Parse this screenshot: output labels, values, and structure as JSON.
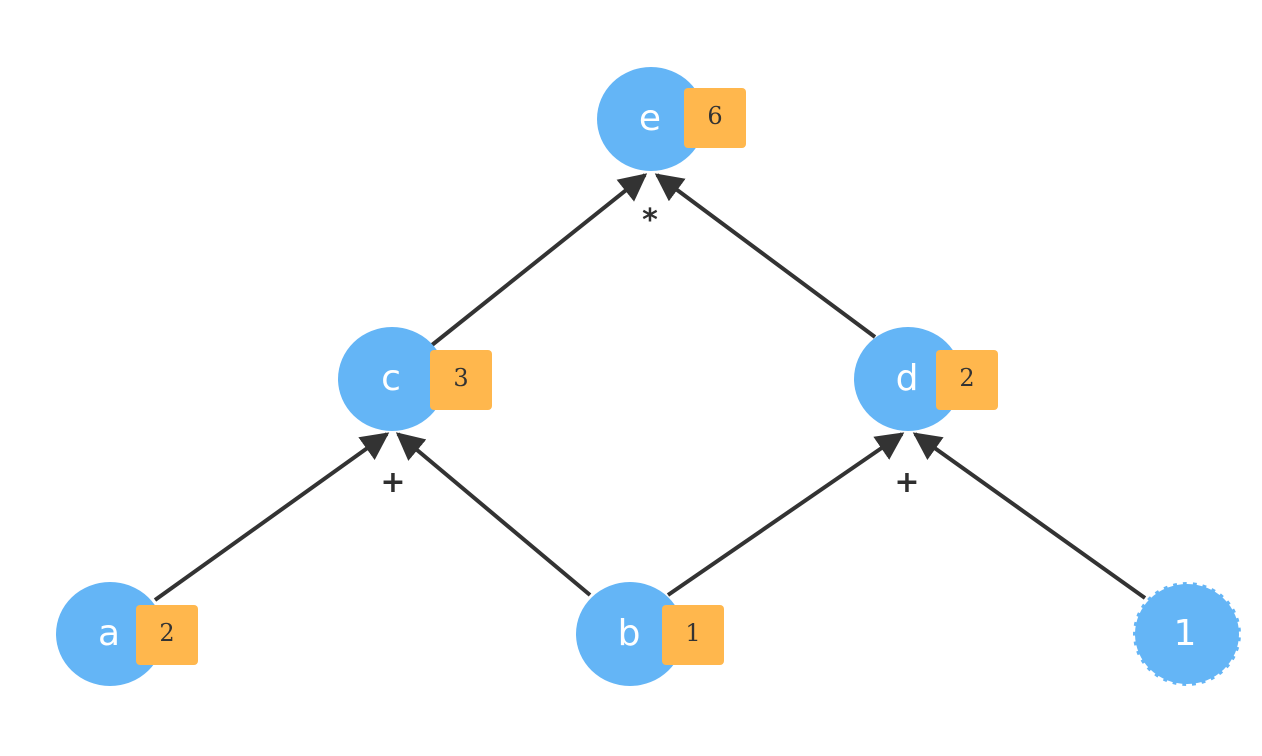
{
  "colors": {
    "node_fill": "#64b5f6",
    "badge_fill": "#ffb74d",
    "edge": "#333333"
  },
  "nodes": {
    "e": {
      "label": "e",
      "value": "6"
    },
    "c": {
      "label": "c",
      "value": "3"
    },
    "d": {
      "label": "d",
      "value": "2"
    },
    "a": {
      "label": "a",
      "value": "2"
    },
    "b": {
      "label": "b",
      "value": "1"
    },
    "const_one": {
      "label": "1"
    }
  },
  "operators": {
    "e_op": "*",
    "c_op": "+",
    "d_op": "+"
  },
  "edges": [
    {
      "from": "c",
      "to": "e"
    },
    {
      "from": "d",
      "to": "e"
    },
    {
      "from": "a",
      "to": "c"
    },
    {
      "from": "b",
      "to": "c"
    },
    {
      "from": "b",
      "to": "d"
    },
    {
      "from": "const_one",
      "to": "d"
    }
  ]
}
